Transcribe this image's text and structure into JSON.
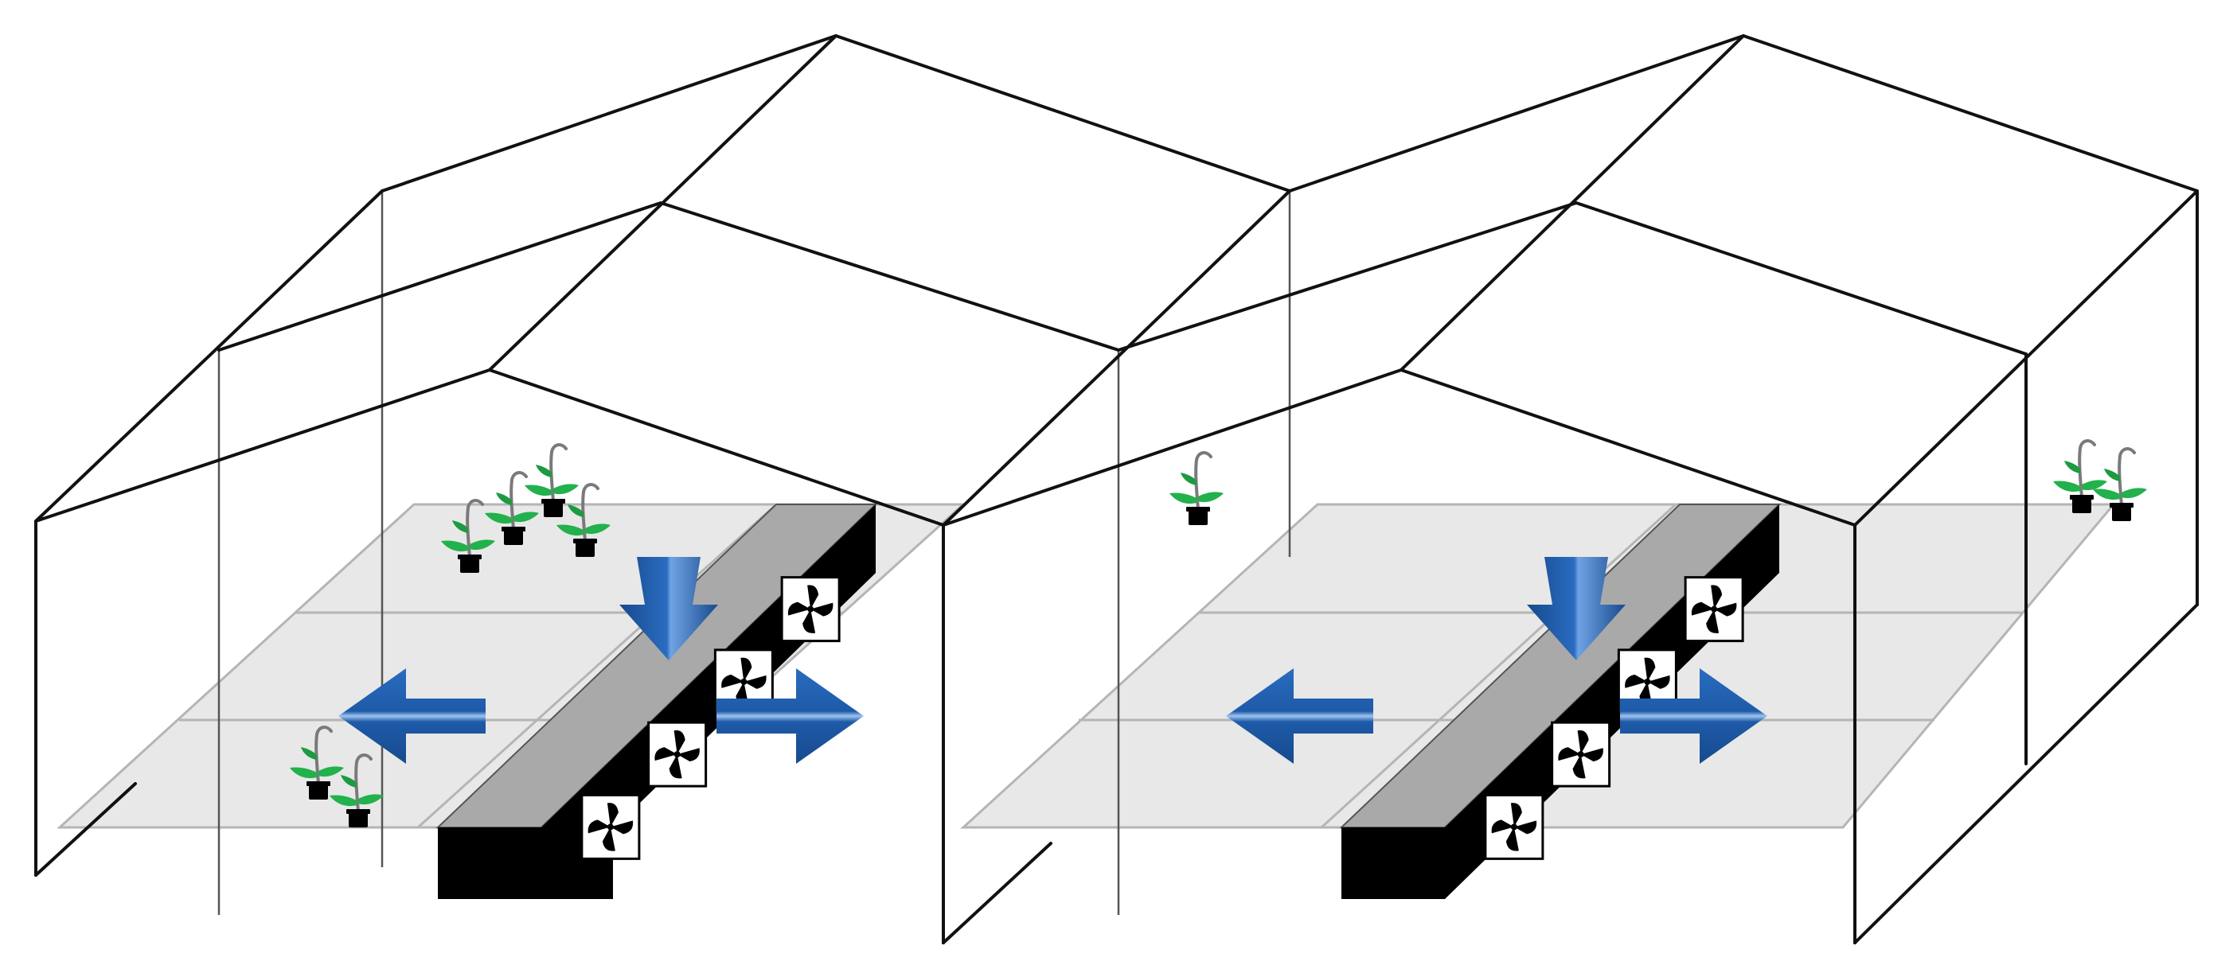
{
  "colors": {
    "background": "#ffffff",
    "frame": "#111111",
    "bench": "#e8e8e8",
    "cooler_top": "#a9a9a9",
    "cooler_side": "#000000",
    "arrow": "#1e5aa8",
    "arrow_highlight": "#9fc4ef",
    "leaf": "#22b14c",
    "stem": "#7a7a7a",
    "pot": "#000000"
  },
  "icons": {
    "fan": "fan-icon",
    "plant": "potted-plant-icon",
    "airflow": "arrow-icon"
  },
  "bays": [
    {
      "id": "left",
      "airflow": [
        "down",
        "left",
        "right"
      ],
      "fan_units": 4,
      "plants": 6
    },
    {
      "id": "right",
      "airflow": [
        "down",
        "left",
        "right"
      ],
      "fan_units": 4,
      "plants": 3
    }
  ]
}
